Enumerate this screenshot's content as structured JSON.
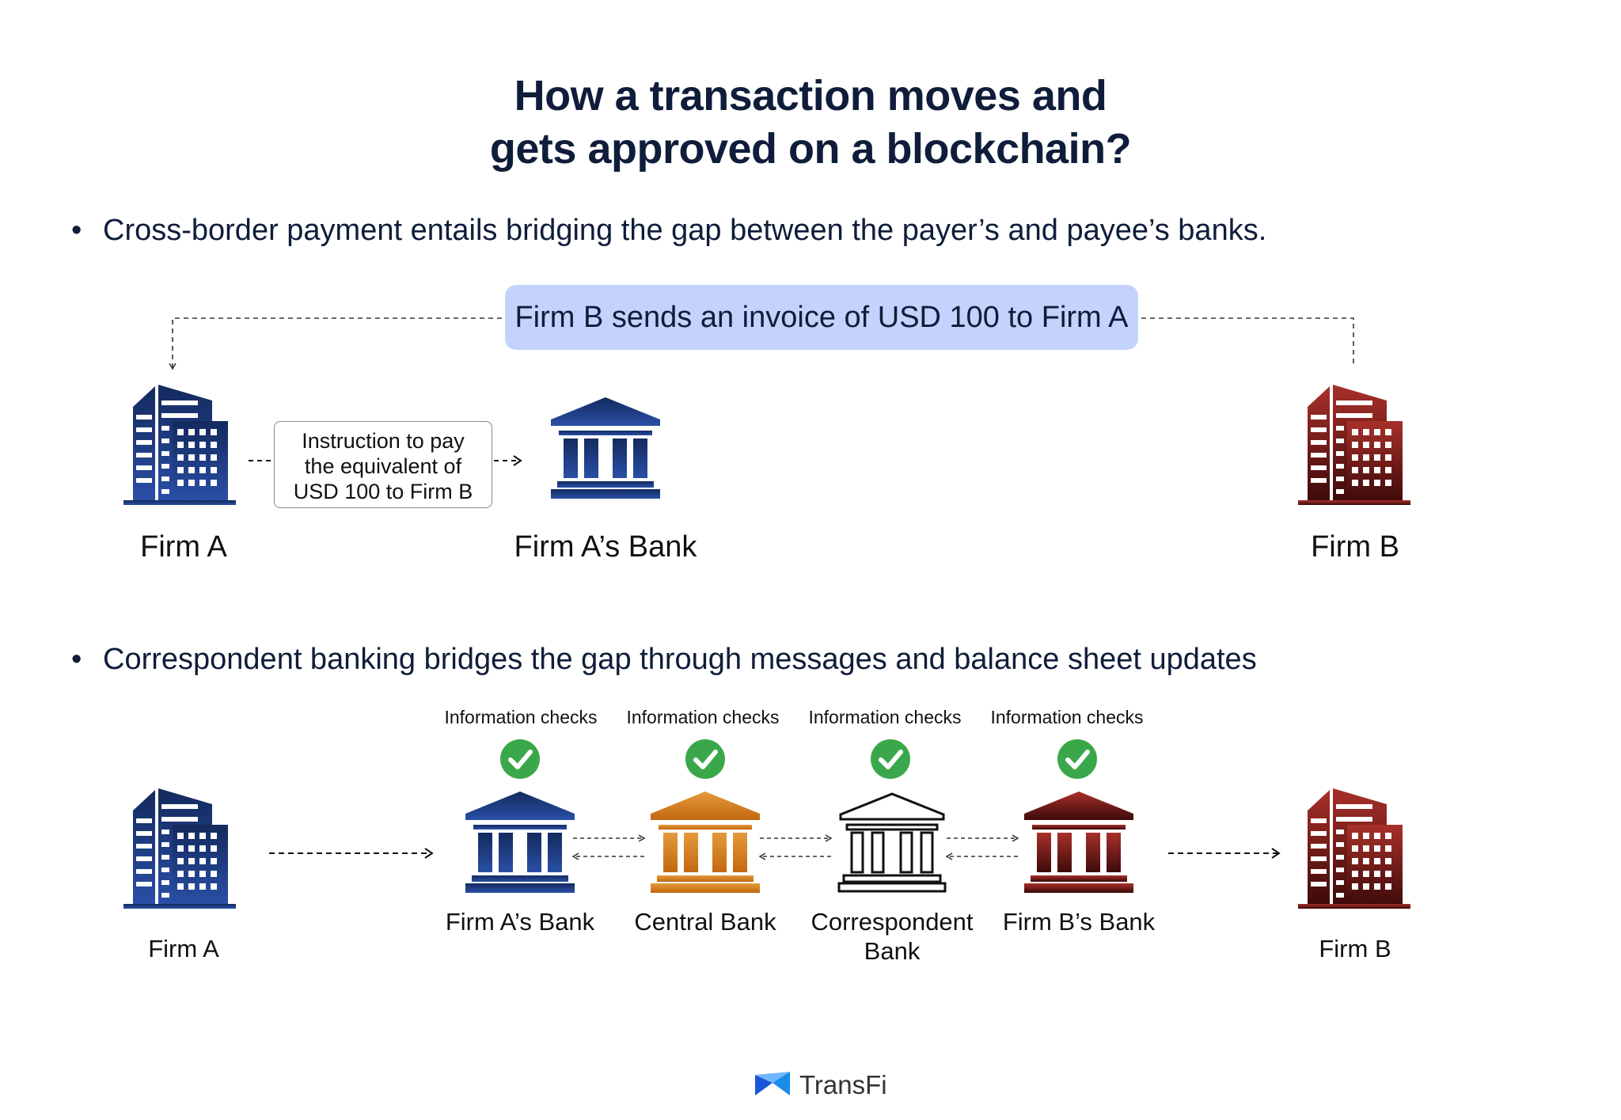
{
  "title": {
    "line1": "How a transaction moves and",
    "line2": "gets approved on a blockchain?"
  },
  "section1": {
    "bullet": "Cross-border payment entails bridging the gap between the payer’s and payee’s banks.",
    "invoice_label": "Firm B sends an invoice of USD 100 to Firm A",
    "instruction_label": {
      "line1": "Instruction to pay",
      "line2": "the equivalent of",
      "line3": "USD 100 to Firm B"
    },
    "nodes": {
      "firm_a": "Firm A",
      "firm_a_bank": "Firm A’s Bank",
      "firm_b": "Firm B"
    }
  },
  "section2": {
    "bullet": "Correspondent banking bridges the gap through messages and balance sheet updates",
    "checks": [
      "Information checks",
      "Information checks",
      "Information checks",
      "Information checks"
    ],
    "nodes": {
      "firm_a": "Firm A",
      "firm_a_bank": "Firm A’s Bank",
      "central_bank": "Central Bank",
      "correspondent_bank_line1": "Correspondent",
      "correspondent_bank_line2": "Bank",
      "firm_b_bank": "Firm B’s Bank",
      "firm_b": "Firm B"
    }
  },
  "footer": {
    "brand": "TransFi"
  },
  "colors": {
    "navy": "#1b3a82",
    "orange": "#d27a1c",
    "maroon": "#7e1a17",
    "check_green": "#3aa84a",
    "invoice_bg": "#c3d3fb"
  },
  "icons": [
    "building-icon",
    "bank-icon",
    "check-icon",
    "transfi-logo-icon"
  ]
}
